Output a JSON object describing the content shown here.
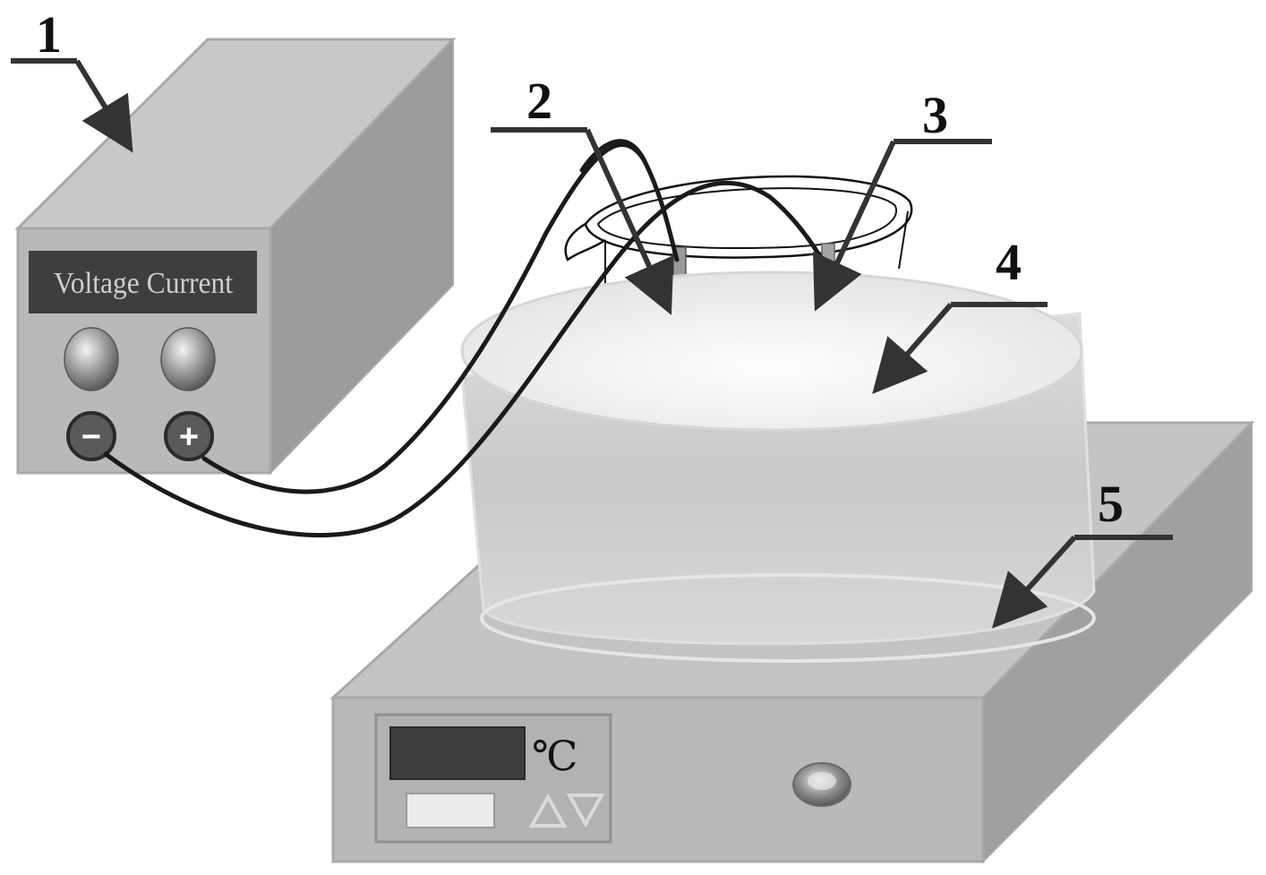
{
  "labels": {
    "power_supply": "1",
    "electrode_2": "2",
    "electrode_3": "3",
    "water_bath": "4",
    "hot_plate": "5"
  },
  "power_supply": {
    "display_text": "Voltage Current",
    "negative_sign": "−",
    "positive_sign": "+"
  },
  "hot_plate": {
    "unit": "℃"
  },
  "colors": {
    "device_front": "#b9b9b9",
    "device_top": "#c6c6c6",
    "device_side": "#9a9a9a",
    "display": "#3e3e3e",
    "wire": "#1a1a1a",
    "arrow": "#333333"
  },
  "icons": [
    "knob-icon",
    "minus-terminal-icon",
    "plus-terminal-icon",
    "triangle-up-icon",
    "triangle-down-icon",
    "power-button-icon"
  ]
}
